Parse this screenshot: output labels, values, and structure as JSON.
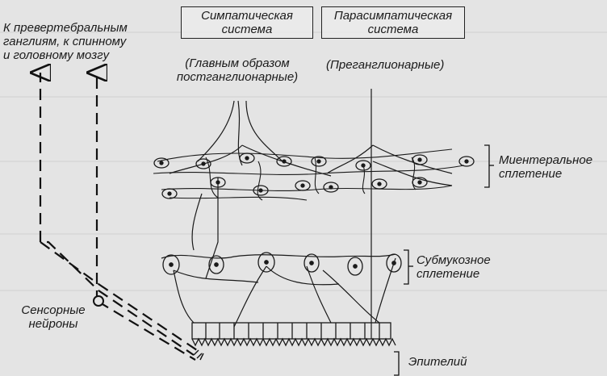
{
  "labels": {
    "prevertebral": [
      "К превертебральным",
      "ганглиям, к спинному",
      "и головному мозгу"
    ],
    "sympathetic": [
      "Симпатическая",
      "система"
    ],
    "parasympathetic": [
      "Парасимпатическая",
      "система"
    ],
    "sympathetic_note": [
      "(Главным образом",
      "постганглионарные)"
    ],
    "parasympathetic_note": "(Преганглионарные)",
    "myenteric": [
      "Миентеральное",
      "сплетение"
    ],
    "submucosal": [
      "Субмукозное",
      "сплетение"
    ],
    "sensory": [
      "Сенсорные",
      "нейроны"
    ],
    "epithelium": "Эпителий"
  },
  "colors": {
    "ink": "#1a1a1a",
    "paper": "#e4e4e4"
  }
}
